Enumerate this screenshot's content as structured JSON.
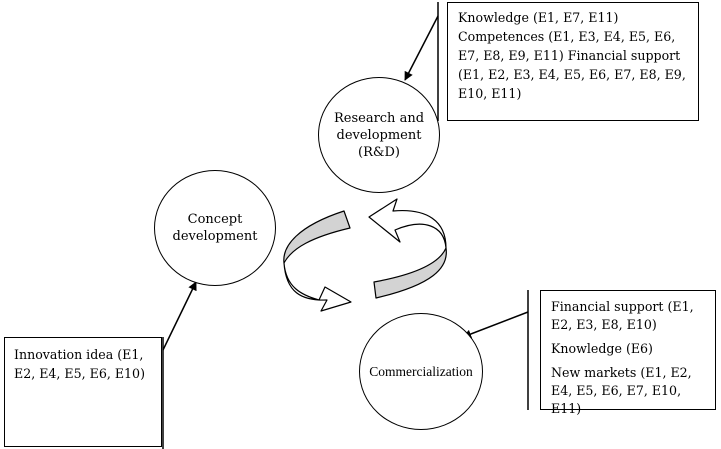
{
  "stages": {
    "research": "Research and\ndevelopment\n(R&D)",
    "concept": "Concept\ndevelopment",
    "commercialization": "Commercialization"
  },
  "boxes": {
    "research": "Knowledge (E1, E7, E11)\nCompetences (E1, E3, E4, E5, E6,\nE7, E8, E9, E11) Financial support\n(E1, E2, E3, E4, E5, E6, E7, E8, E9,\nE10, E11)",
    "idea": "Innovation idea (E1,\nE2, E4, E5, E6, E10)",
    "commercialization": {
      "financial": "Financial support (E1,\nE2, E3, E8, E10)",
      "knowledge": "Knowledge (E6)",
      "markets": "New markets (E1, E2,\nE4, E5, E6, E7, E10, E11)"
    }
  },
  "colors": {
    "stroke": "#000000",
    "cycle_arrow_fill": "#d3d3d3"
  },
  "icons": [
    "cycle-arrow-icon",
    "pointer-arrow-icon"
  ]
}
